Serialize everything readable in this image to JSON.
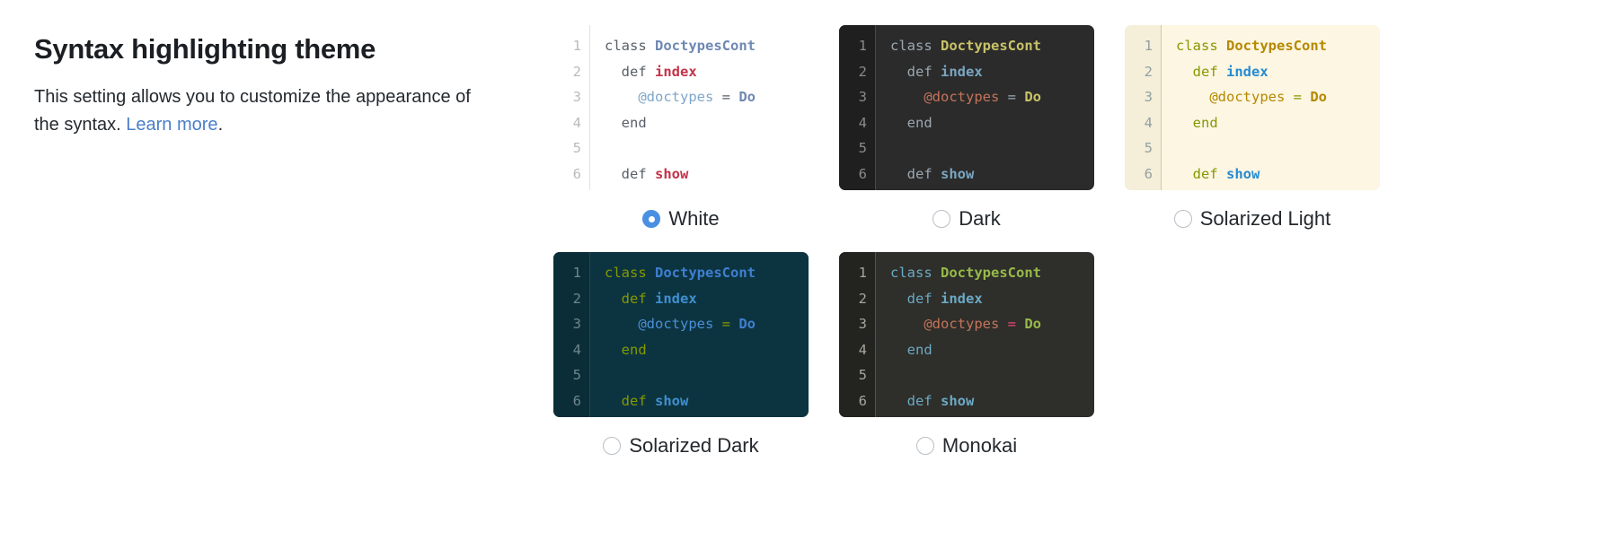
{
  "settings": {
    "title": "Syntax highlighting theme",
    "description_before": "This setting allows you to customize the appearance of the syntax. ",
    "learn_more_label": "Learn more",
    "description_after": "."
  },
  "code_sample": {
    "line_numbers": [
      "1",
      "2",
      "3",
      "4",
      "5",
      "6"
    ],
    "lines": [
      [
        {
          "t": "class ",
          "k": "kw"
        },
        {
          "t": "DoctypesCont",
          "k": "cls"
        }
      ],
      [
        {
          "t": "  def ",
          "k": "kw"
        },
        {
          "t": "index",
          "k": "fn"
        }
      ],
      [
        {
          "t": "    ",
          "k": "plain"
        },
        {
          "t": "@doctypes",
          "k": "ivar"
        },
        {
          "t": " = ",
          "k": "op"
        },
        {
          "t": "Do",
          "k": "cls"
        }
      ],
      [
        {
          "t": "  end",
          "k": "kw"
        }
      ],
      [
        {
          "t": "",
          "k": "plain"
        }
      ],
      [
        {
          "t": "  def ",
          "k": "kw"
        },
        {
          "t": "show",
          "k": "fn"
        }
      ]
    ]
  },
  "themes": [
    {
      "id": "white",
      "label": "White",
      "selected": true,
      "colors": {
        "bg": "#ffffff",
        "gutter_bg": "#ffffff",
        "gutter_fg": "#babbbd",
        "divider": "#dfe2e5",
        "plain": "#24292e",
        "kw": "#586069",
        "cls": "#6f88b3",
        "fn": "#c2334a",
        "ivar": "#7fa6c9",
        "op": "#586069"
      }
    },
    {
      "id": "dark",
      "label": "Dark",
      "selected": false,
      "colors": {
        "bg": "#2b2b2b",
        "gutter_bg": "#1f1f1f",
        "gutter_fg": "#8a8a8a",
        "divider": "#4a4a4a",
        "plain": "#d6d6d6",
        "kw": "#9aa7b1",
        "cls": "#c9c267",
        "fn": "#7aa6c2",
        "ivar": "#c4745a",
        "op": "#9aa7b1"
      }
    },
    {
      "id": "solarized-light",
      "label": "Solarized Light",
      "selected": false,
      "colors": {
        "bg": "#fdf6e3",
        "gutter_bg": "#f5eed8",
        "gutter_fg": "#93a1a1",
        "divider": "#cfc9ae",
        "plain": "#657b83",
        "kw": "#859900",
        "cls": "#b58900",
        "fn": "#268bd2",
        "ivar": "#b58900",
        "op": "#859900"
      }
    },
    {
      "id": "solarized-dark",
      "label": "Solarized Dark",
      "selected": false,
      "colors": {
        "bg": "#0c3440",
        "gutter_bg": "#0a2d38",
        "gutter_fg": "#70868c",
        "divider": "#1c4a56",
        "plain": "#93a1a1",
        "kw": "#859900",
        "cls": "#3f7fd0",
        "fn": "#3f8fd0",
        "ivar": "#4a8fd8",
        "op": "#859900"
      }
    },
    {
      "id": "monokai",
      "label": "Monokai",
      "selected": false,
      "colors": {
        "bg": "#2e2e2a",
        "gutter_bg": "#232320",
        "gutter_fg": "#a8a49a",
        "divider": "#55554e",
        "plain": "#c9c7bd",
        "kw": "#6ba9c4",
        "cls": "#97b94a",
        "fn": "#6ba9c4",
        "ivar": "#c4745a",
        "op": "#e8457a"
      }
    }
  ],
  "layout": {
    "rows": [
      [
        "white",
        "dark",
        "solarized-light"
      ],
      [
        "solarized-dark",
        "monokai"
      ]
    ]
  }
}
